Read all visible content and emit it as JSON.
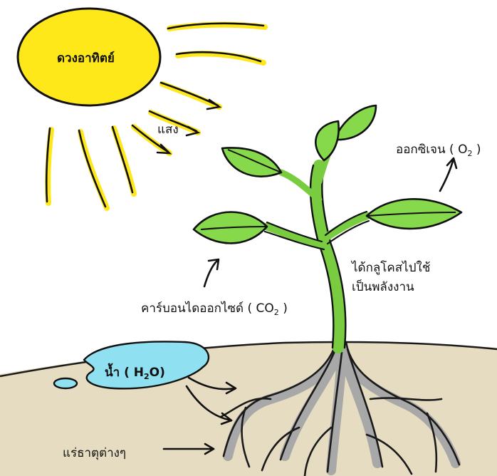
{
  "labels": {
    "sun": "ดวงอาทิตย์",
    "light": "แสง",
    "oxygen": "ออกซิเจน ( O",
    "oxygen_sub": "2",
    "oxygen_close": " )",
    "glucose_line1": "ได้กลูโคสไปใช้",
    "glucose_line2": "เป็นพลังงาน",
    "co2": "คาร์บอนไดออกไซด์ ( CO",
    "co2_sub": "2",
    "co2_close": " )",
    "water": "น้ำ ( H",
    "water_sub": "2",
    "water_close": "O)",
    "minerals": "แร่ธาตุต่างๆ"
  },
  "colors": {
    "sun": "#ffe81a",
    "leaf": "#86d94a",
    "leaf_edge": "#5fc53c",
    "stem": "#79cc3f",
    "soil": "#e6dcc1",
    "water": "#8fe0f0",
    "root_shadow": "#a8a8a8",
    "ink": "#111111"
  }
}
